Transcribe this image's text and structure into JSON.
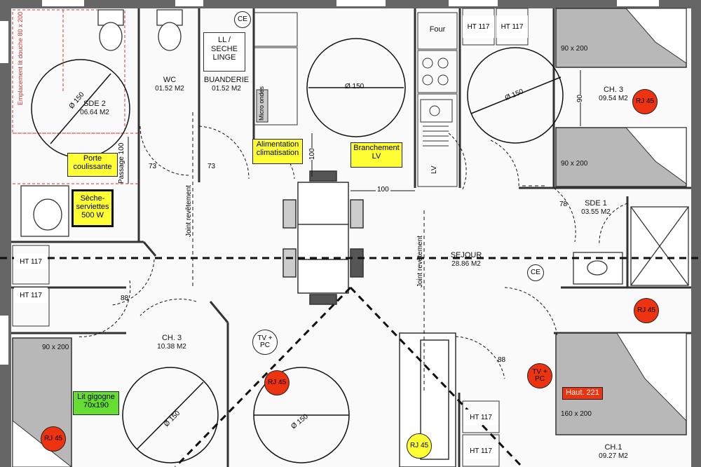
{
  "colors": {
    "wall": "#555555",
    "bed": "#b8b8b8",
    "yellow_tag": "#ffff33",
    "green_tag": "#66dd33",
    "red_circle": "#ee3311",
    "red_tag": "#ee3311",
    "dash": "#111111",
    "red_dash": "#dd3333"
  },
  "rooms": {
    "sde2": {
      "name": "SDE 2",
      "area": "06.64 M2"
    },
    "wc": {
      "name": "WC",
      "area": "01.52 M2"
    },
    "buanderie": {
      "name": "BUANDERIE",
      "area": "01.52 M2"
    },
    "ch3_top": {
      "name": "CH. 3",
      "area": "09.54 M2"
    },
    "sde1": {
      "name": "SDE 1",
      "area": "03.55 M2"
    },
    "sejour": {
      "name": "SEJOUR",
      "area": "28.86 M2"
    },
    "ch3_bottom": {
      "name": "CH. 3",
      "area": "10.38 M2"
    },
    "ch1": {
      "name": "CH.1",
      "area": "09.27 M2"
    }
  },
  "tags": {
    "porte": "Porte coulissante",
    "seche": "Sèche-serviettes 500 W",
    "alimentation": "Alimentation climatisation",
    "branchement": "Branchement LV",
    "lit_gigogne": "Lit gigogne 70x190",
    "haut": "Haut. 221"
  },
  "circles": {
    "rj": "RJ 45",
    "tvpc": "TV + PC",
    "ce": "CE"
  },
  "labels": {
    "emplacement": "Emplacement lit douche 80 x 200",
    "ll_seche": "LL / SECHE LINGE",
    "micro": "Micro ondes",
    "four": "Four",
    "lv": "LV",
    "ht117": "HT 117",
    "joint": "Joint revêtement",
    "passage": "Passage 100",
    "d150": "Ø 150",
    "bed90": "90 x 200",
    "bed160": "160 x 200",
    "w100": "100",
    "w90": "90",
    "w73": "73",
    "w78": "78",
    "w88": "88"
  }
}
